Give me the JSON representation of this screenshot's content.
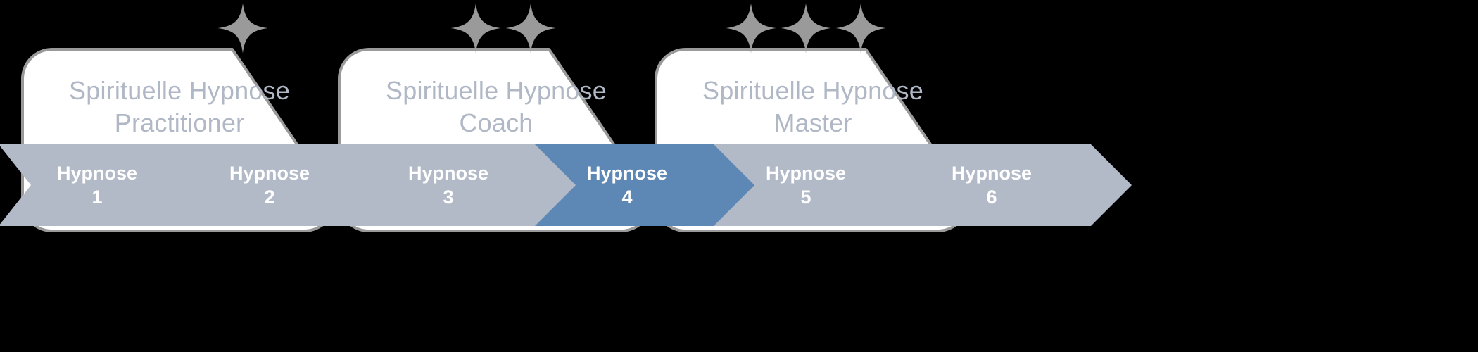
{
  "background_color": "#000000",
  "theme": {
    "card_fill": "#ffffff",
    "card_border": "#9a9a9a",
    "card_title_color": "#b0b8c6",
    "sparkle_color": "#9a9a9a",
    "chevron_default": "#b3bac7",
    "chevron_active": "#5d87b4",
    "chevron_label_color": "#ffffff"
  },
  "levels": [
    {
      "id": "practitioner",
      "title_line1": "Spirituelle Hypnose",
      "title_line2": "Practitioner",
      "title": "Spirituelle Hypnose\nPractitioner",
      "sparkle_count": 1,
      "sparkle_icon": "sparkle-icon"
    },
    {
      "id": "coach",
      "title_line1": "Spirituelle Hypnose",
      "title_line2": "Coach",
      "title": "Spirituelle Hypnose\nCoach",
      "sparkle_count": 2,
      "sparkle_icon": "sparkle-icon"
    },
    {
      "id": "master",
      "title_line1": "Spirituelle Hypnose",
      "title_line2": "Master",
      "title": "Spirituelle Hypnose\nMaster",
      "sparkle_count": 3,
      "sparkle_icon": "sparkle-icon"
    }
  ],
  "steps": [
    {
      "name": "Hypnose",
      "number": "1",
      "label": "Hypnose\n1",
      "state": "default",
      "color": "#b3bac7"
    },
    {
      "name": "Hypnose",
      "number": "2",
      "label": "Hypnose\n2",
      "state": "default",
      "color": "#b3bac7"
    },
    {
      "name": "Hypnose",
      "number": "3",
      "label": "Hypnose\n3",
      "state": "default",
      "color": "#b3bac7"
    },
    {
      "name": "Hypnose",
      "number": "4",
      "label": "Hypnose\n4",
      "state": "active",
      "color": "#5d87b4"
    },
    {
      "name": "Hypnose",
      "number": "5",
      "label": "Hypnose\n5",
      "state": "default",
      "color": "#b3bac7"
    },
    {
      "name": "Hypnose",
      "number": "6",
      "label": "Hypnose\n6",
      "state": "default",
      "color": "#b3bac7"
    }
  ]
}
